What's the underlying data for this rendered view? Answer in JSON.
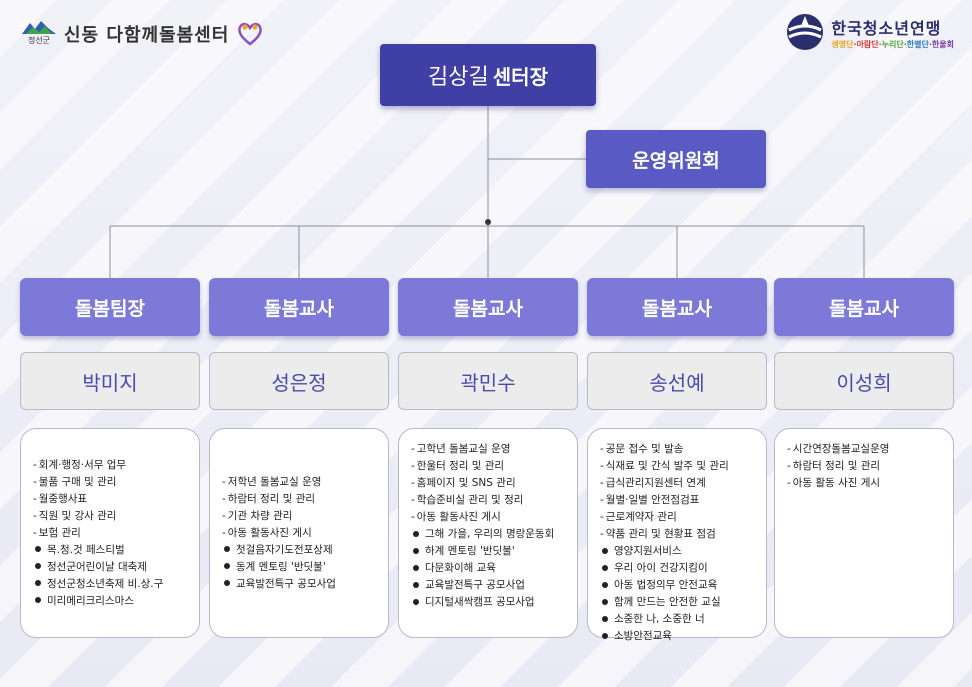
{
  "header": {
    "county_label": "정선군",
    "center_name": "신동 다함께돌봄센터",
    "org_name": "한국청소년연맹",
    "org_units": [
      "생명단",
      "아람단",
      "누리단",
      "한별단",
      "한울회"
    ],
    "org_unit_colors": [
      "#e6a51e",
      "#d8342c",
      "#4aa336",
      "#2d7cc4",
      "#7a3fa0"
    ]
  },
  "director": {
    "name": "김상길",
    "title": "센터장"
  },
  "committee": {
    "label": "운영위원회"
  },
  "columns": [
    {
      "role": "돌봄팀장",
      "name": "박미지",
      "valign": "center",
      "duties": [
        {
          "marker": "dash",
          "text": "회계·행정·서무 업무"
        },
        {
          "marker": "dash",
          "text": "물품 구매 및 관리"
        },
        {
          "marker": "dash",
          "text": "월중행사표"
        },
        {
          "marker": "dash",
          "text": "직원 및 강사 관리"
        },
        {
          "marker": "dash",
          "text": "보험 관리"
        },
        {
          "marker": "bullet",
          "text": "목.청.것 페스티벌"
        },
        {
          "marker": "bullet",
          "text": "정선군어린이날 대축제"
        },
        {
          "marker": "bullet",
          "text": "정선군청소년축제 비.상.구"
        },
        {
          "marker": "bullet",
          "text": "미리메리크리스마스"
        }
      ]
    },
    {
      "role": "돌봄교사",
      "name": "성은정",
      "valign": "center",
      "duties": [
        {
          "marker": "dash",
          "text": "저학년 돌봄교실 운영"
        },
        {
          "marker": "dash",
          "text": "하람터 정리 및 관리"
        },
        {
          "marker": "dash",
          "text": "기관 차량 관리"
        },
        {
          "marker": "dash",
          "text": "아동 활동사진 게시"
        },
        {
          "marker": "bullet",
          "text": "첫걸음자기도전포상제"
        },
        {
          "marker": "bullet",
          "text": "동계 멘토링 '반딧불'"
        },
        {
          "marker": "bullet",
          "text": "교육발전특구 공모사업"
        }
      ]
    },
    {
      "role": "돌봄교사",
      "name": "곽민수",
      "valign": "top",
      "duties": [
        {
          "marker": "dash",
          "text": "고학년 돌봄교실 운영"
        },
        {
          "marker": "dash",
          "text": "한울터 정리 및 관리"
        },
        {
          "marker": "dash",
          "text": "홈페이지 및 SNS 관리"
        },
        {
          "marker": "dash",
          "text": "학습준비실 관리 및 정리"
        },
        {
          "marker": "dash",
          "text": "아동 활동사진 게시"
        },
        {
          "marker": "bullet",
          "text": "그해 가을, 우리의 명랑운동회"
        },
        {
          "marker": "bullet",
          "text": "하계 멘토링 '반딧불'"
        },
        {
          "marker": "bullet",
          "text": "다문화이해 교육"
        },
        {
          "marker": "bullet",
          "text": "교육발전특구 공모사업"
        },
        {
          "marker": "bullet",
          "text": "디지털새싹캠프 공모사업"
        }
      ]
    },
    {
      "role": "돌봄교사",
      "name": "송선예",
      "valign": "top",
      "duties": [
        {
          "marker": "dash",
          "text": "공문 접수 및 발송"
        },
        {
          "marker": "dash",
          "text": "식재료 및 간식 발주 및 관리"
        },
        {
          "marker": "dash",
          "text": "급식관리지원센터 연계"
        },
        {
          "marker": "dash",
          "text": "월별·일별 안전점검표"
        },
        {
          "marker": "dash",
          "text": "근로계약자 관리"
        },
        {
          "marker": "dash",
          "text": "약품 관리 및 현황표 점검"
        },
        {
          "marker": "bullet",
          "text": "영양지원서비스"
        },
        {
          "marker": "bullet",
          "text": "우리 아이 건강지킴이"
        },
        {
          "marker": "bullet",
          "text": "아동 법정의무 안전교육"
        },
        {
          "marker": "bullet",
          "text": "함께 만드는 안전한 교실"
        },
        {
          "marker": "bullet",
          "text": "소중한 나, 소중한 너"
        },
        {
          "marker": "bullet",
          "text": "소방안전교육"
        }
      ]
    },
    {
      "role": "돌봄교사",
      "name": "이성희",
      "valign": "top",
      "duties": [
        {
          "marker": "dash",
          "text": "시간연장돌봄교실운영"
        },
        {
          "marker": "dash",
          "text": "하람터 정리 및 관리"
        },
        {
          "marker": "dash",
          "text": "아동 활동 사진 게시"
        }
      ]
    }
  ]
}
